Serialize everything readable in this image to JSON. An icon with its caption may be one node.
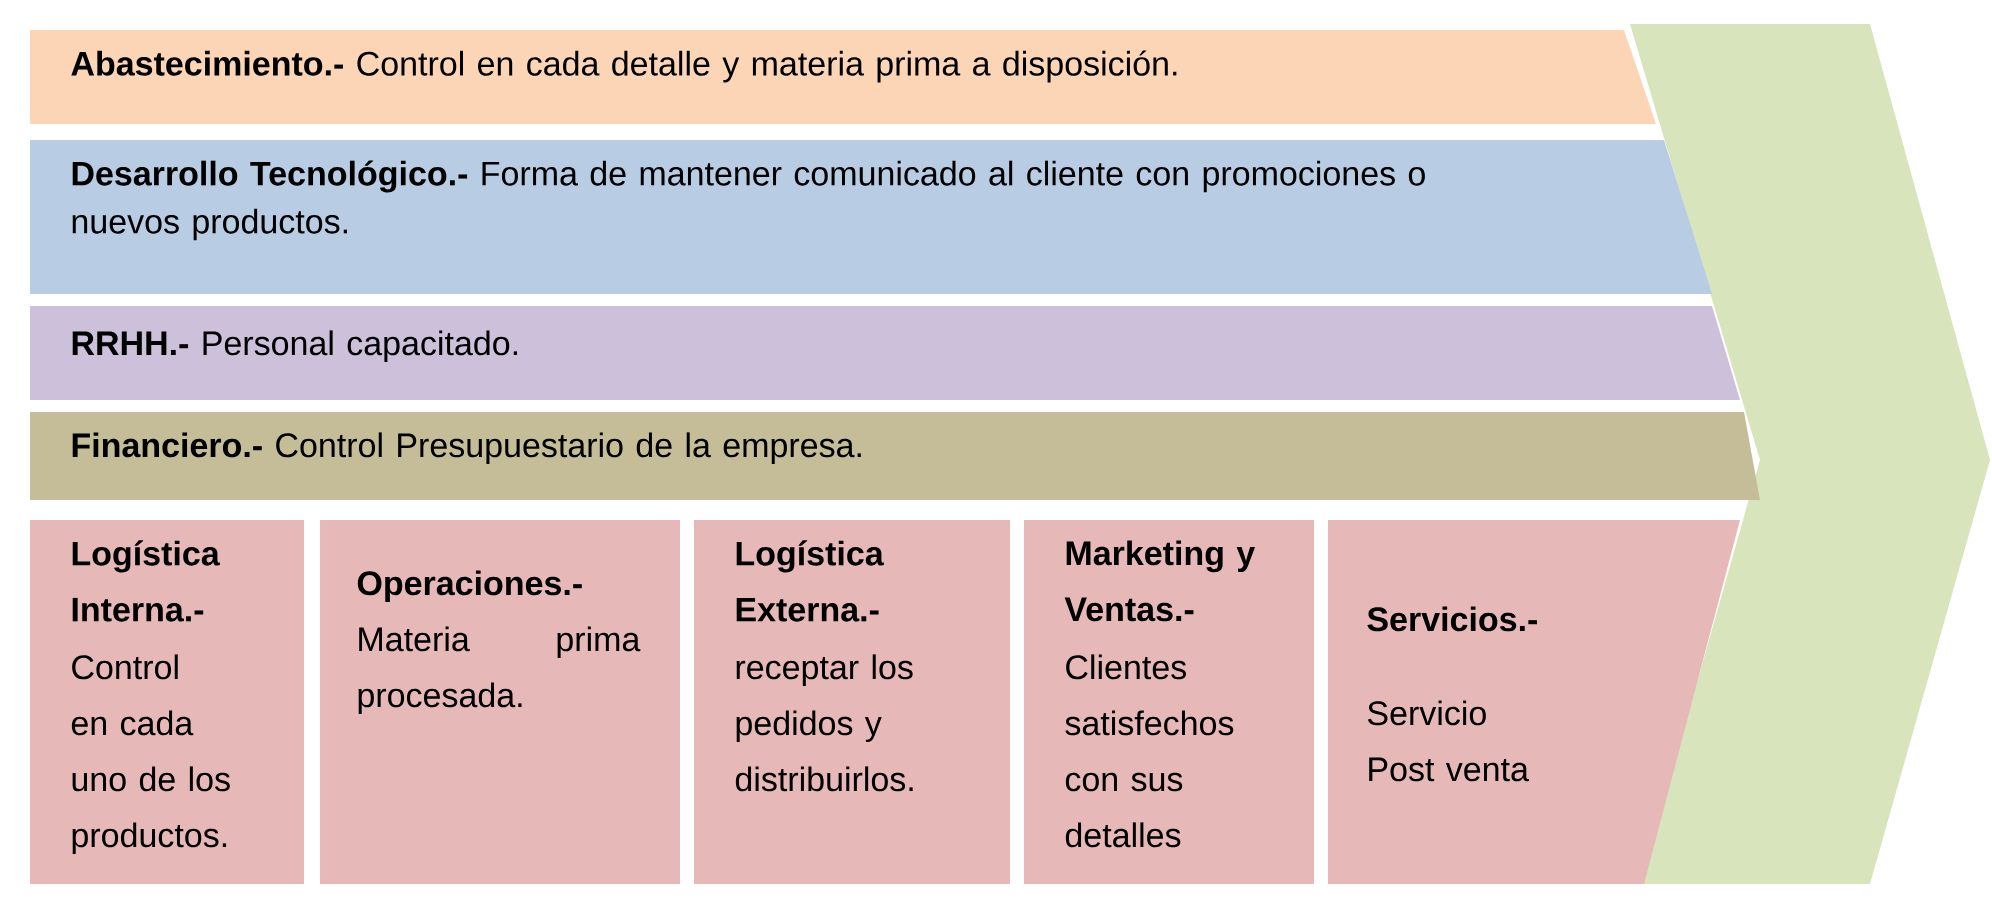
{
  "diagram": {
    "nodes": [
      {
        "text": [
          "**Abastecimiento.-** Control en cada detalle y materia prima a disposición."
        ]
      },
      {
        "text": [
          "**Desarrollo Tecnológico.-** Forma de mantener comunicado al cliente con promociones o nuevos productos."
        ]
      },
      {
        "text": [
          "**RRHH.-** Personal capacitado."
        ]
      },
      {
        "text": [
          "**Financiero.-** Control Presupuestario de la empresa."
        ]
      },
      {
        "text": [
          "Logística Interna.-",
          "Control en cada uno de los productos."
        ]
      },
      {
        "text": [
          "**Operaciones.-** Materia prima procesada."
        ]
      },
      {
        "text": [
          "Logística Externa.-",
          "receptar los pedidos y distribuirlos."
        ]
      },
      {
        "text": [
          "Marketing y Ventas.-",
          "Clientes satisfechos con sus detalles"
        ]
      },
      {
        "text": [
          "Servicios.-",
          "Servicio Post venta"
        ]
      },
      {
        "text": [],
        "shape": "chevron"
      }
    ]
  }
}
